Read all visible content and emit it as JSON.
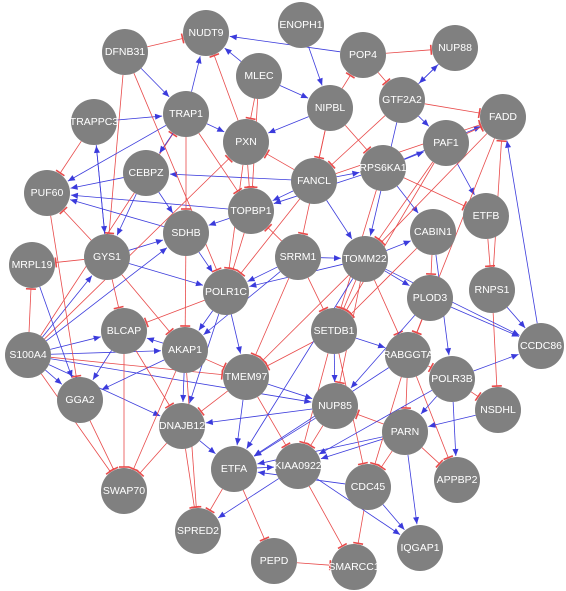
{
  "colors": {
    "node": "#808080",
    "activation": "#3b3bdc",
    "inhibition": "#e84a4a",
    "label": "#ffffff"
  },
  "nodes": [
    {
      "id": "NUDT9",
      "label": "NUDT9"
    },
    {
      "id": "ENOPH1",
      "label": "ENOPH1"
    },
    {
      "id": "DFNB31",
      "label": "DFNB31"
    },
    {
      "id": "POP4",
      "label": "POP4"
    },
    {
      "id": "NUP88",
      "label": "NUP88"
    },
    {
      "id": "MLEC",
      "label": "MLEC"
    },
    {
      "id": "GTF2A2",
      "label": "GTF2A2"
    },
    {
      "id": "TRAPPC3",
      "label": "TRAPPC3"
    },
    {
      "id": "TRAP1",
      "label": "TRAP1"
    },
    {
      "id": "NIPBL",
      "label": "NIPBL"
    },
    {
      "id": "FADD",
      "label": "FADD"
    },
    {
      "id": "PXN",
      "label": "PXN"
    },
    {
      "id": "PAF1",
      "label": "PAF1"
    },
    {
      "id": "CEBPZ",
      "label": "CEBPZ"
    },
    {
      "id": "FANCL",
      "label": "FANCL"
    },
    {
      "id": "RPS6KA1",
      "label": "RPS6KA1"
    },
    {
      "id": "PUF60",
      "label": "PUF60"
    },
    {
      "id": "TOPBP1",
      "label": "TOPBP1"
    },
    {
      "id": "ETFB",
      "label": "ETFB"
    },
    {
      "id": "SDHB",
      "label": "SDHB"
    },
    {
      "id": "CABIN1",
      "label": "CABIN1"
    },
    {
      "id": "MRPL19",
      "label": "MRPL19"
    },
    {
      "id": "GYS1",
      "label": "GYS1"
    },
    {
      "id": "SRRM1",
      "label": "SRRM1"
    },
    {
      "id": "TOMM22",
      "label": "TOMM22"
    },
    {
      "id": "RNPS1",
      "label": "RNPS1"
    },
    {
      "id": "POLR1C",
      "label": "POLR1C"
    },
    {
      "id": "PLOD3",
      "label": "PLOD3"
    },
    {
      "id": "BLCAP",
      "label": "BLCAP"
    },
    {
      "id": "SETDB1",
      "label": "SETDB1"
    },
    {
      "id": "CCDC86",
      "label": "CCDC86"
    },
    {
      "id": "S100A4",
      "label": "S100A4"
    },
    {
      "id": "AKAP1",
      "label": "AKAP1"
    },
    {
      "id": "RABGGTA",
      "label": "RABGGTA"
    },
    {
      "id": "TMEM97",
      "label": "TMEM97"
    },
    {
      "id": "POLR3B",
      "label": "POLR3B"
    },
    {
      "id": "GGA2",
      "label": "GGA2"
    },
    {
      "id": "NUP85",
      "label": "NUP85"
    },
    {
      "id": "NSDHL",
      "label": "NSDHL"
    },
    {
      "id": "DNAJB12",
      "label": "DNAJB12"
    },
    {
      "id": "PARN",
      "label": "PARN"
    },
    {
      "id": "ETFA",
      "label": "ETFA"
    },
    {
      "id": "KIAA0922",
      "label": "KIAA0922"
    },
    {
      "id": "CDC45",
      "label": "CDC45"
    },
    {
      "id": "APPBP2",
      "label": "APPBP2"
    },
    {
      "id": "SWAP70",
      "label": "SWAP70"
    },
    {
      "id": "SPRED2",
      "label": "SPRED2"
    },
    {
      "id": "IQGAP1",
      "label": "IQGAP1"
    },
    {
      "id": "PEPD",
      "label": "PEPD"
    },
    {
      "id": "SMARCC1",
      "label": "SMARCC1"
    }
  ],
  "edges": [
    {
      "source": "TRAP1",
      "target": "NUDT9",
      "type": "activation"
    },
    {
      "source": "MLEC",
      "target": "NUDT9",
      "type": "activation"
    },
    {
      "source": "POP4",
      "target": "NUDT9",
      "type": "activation"
    },
    {
      "source": "DFNB31",
      "target": "NUDT9",
      "type": "inhibition"
    },
    {
      "source": "PXN",
      "target": "NUDT9",
      "type": "inhibition"
    },
    {
      "source": "POP4",
      "target": "NUP88",
      "type": "inhibition"
    },
    {
      "source": "GTF2A2",
      "target": "NUP88",
      "type": "activation"
    },
    {
      "source": "NIPBL",
      "target": "POP4",
      "type": "inhibition"
    },
    {
      "source": "ENOPH1",
      "target": "NIPBL",
      "type": "activation"
    },
    {
      "source": "MLEC",
      "target": "NIPBL",
      "type": "activation"
    },
    {
      "source": "POP4",
      "target": "GTF2A2",
      "type": "inhibition"
    },
    {
      "source": "GTF2A2",
      "target": "FADD",
      "type": "inhibition"
    },
    {
      "source": "RPS6KA1",
      "target": "FADD",
      "type": "activation"
    },
    {
      "source": "PAF1",
      "target": "FADD",
      "type": "inhibition"
    },
    {
      "source": "FANCL",
      "target": "FADD",
      "type": "inhibition"
    },
    {
      "source": "CCDC86",
      "target": "FADD",
      "type": "activation"
    },
    {
      "source": "RNPS1",
      "target": "FADD",
      "type": "inhibition"
    },
    {
      "source": "DFNB31",
      "target": "TRAP1",
      "type": "activation"
    },
    {
      "source": "TRAPPC3",
      "target": "TRAP1",
      "type": "activation"
    },
    {
      "source": "DFNB31",
      "target": "GYS1",
      "type": "inhibition"
    },
    {
      "source": "TRAPPC3",
      "target": "PUF60",
      "type": "inhibition"
    },
    {
      "source": "TRAP1",
      "target": "PUF60",
      "type": "activation"
    },
    {
      "source": "CEBPZ",
      "target": "PUF60",
      "type": "activation"
    },
    {
      "source": "TOPBP1",
      "target": "PUF60",
      "type": "activation"
    },
    {
      "source": "SDHB",
      "target": "PUF60",
      "type": "activation"
    },
    {
      "source": "GYS1",
      "target": "PUF60",
      "type": "inhibition"
    },
    {
      "source": "GYS1",
      "target": "MRPL19",
      "type": "inhibition"
    },
    {
      "source": "S100A4",
      "target": "MRPL19",
      "type": "inhibition"
    },
    {
      "source": "GYS1",
      "target": "TRAPPC3",
      "type": "activation"
    },
    {
      "source": "GYS1",
      "target": "SDHB",
      "type": "activation"
    },
    {
      "source": "GYS1",
      "target": "AKAP1",
      "type": "inhibition"
    },
    {
      "source": "GYS1",
      "target": "POLR1C",
      "type": "activation"
    },
    {
      "source": "S100A4",
      "target": "GYS1",
      "type": "activation"
    },
    {
      "source": "S100A4",
      "target": "BLCAP",
      "type": "activation"
    },
    {
      "source": "S100A4",
      "target": "SDHB",
      "type": "activation"
    },
    {
      "source": "S100A4",
      "target": "AKAP1",
      "type": "activation"
    },
    {
      "source": "S100A4",
      "target": "TMEM97",
      "type": "inhibition"
    },
    {
      "source": "S100A4",
      "target": "NUP85",
      "type": "activation"
    },
    {
      "source": "S100A4",
      "target": "GGA2",
      "type": "activation"
    },
    {
      "source": "S100A4",
      "target": "SWAP70",
      "type": "inhibition"
    },
    {
      "source": "S100A4",
      "target": "DNAJB12",
      "type": "activation"
    },
    {
      "source": "S100A4",
      "target": "TRAP1",
      "type": "inhibition"
    },
    {
      "source": "S100A4",
      "target": "PXN",
      "type": "inhibition"
    },
    {
      "source": "GGA2",
      "target": "SWAP70",
      "type": "inhibition"
    },
    {
      "source": "BLCAP",
      "target": "SWAP70",
      "type": "inhibition"
    },
    {
      "source": "DNAJB12",
      "target": "SWAP70",
      "type": "inhibition"
    },
    {
      "source": "AKAP1",
      "target": "SWAP70",
      "type": "inhibition"
    },
    {
      "source": "DNAJB12",
      "target": "SPRED2",
      "type": "inhibition"
    },
    {
      "source": "ETFA",
      "target": "SPRED2",
      "type": "inhibition"
    },
    {
      "source": "AKAP1",
      "target": "SPRED2",
      "type": "inhibition"
    },
    {
      "source": "KIAA0922",
      "target": "SPRED2",
      "type": "activation"
    },
    {
      "source": "PEPD",
      "target": "SMARCC1",
      "type": "inhibition"
    },
    {
      "source": "KIAA0922",
      "target": "SMARCC1",
      "type": "inhibition"
    },
    {
      "source": "CDC45",
      "target": "SMARCC1",
      "type": "inhibition"
    },
    {
      "source": "PARN",
      "target": "IQGAP1",
      "type": "activation"
    },
    {
      "source": "CDC45",
      "target": "IQGAP1",
      "type": "activation"
    },
    {
      "source": "KIAA0922",
      "target": "IQGAP1",
      "type": "activation"
    },
    {
      "source": "PARN",
      "target": "APPBP2",
      "type": "inhibition"
    },
    {
      "source": "POLR3B",
      "target": "APPBP2",
      "type": "activation"
    },
    {
      "source": "RABGGTA",
      "target": "APPBP2",
      "type": "inhibition"
    },
    {
      "source": "PARN",
      "target": "KIAA0922",
      "type": "activation"
    },
    {
      "source": "PARN",
      "target": "CDC45",
      "type": "inhibition"
    },
    {
      "source": "PARN",
      "target": "ETFA",
      "type": "activation"
    },
    {
      "source": "POLR3B",
      "target": "PARN",
      "type": "activation"
    },
    {
      "source": "NSDHL",
      "target": "PARN",
      "type": "activation"
    },
    {
      "source": "RABGGTA",
      "target": "PARN",
      "type": "inhibition"
    },
    {
      "source": "PARN",
      "target": "NUP85",
      "type": "inhibition"
    },
    {
      "source": "POLR3B",
      "target": "NSDHL",
      "type": "inhibition"
    },
    {
      "source": "RNPS1",
      "target": "NSDHL",
      "type": "inhibition"
    },
    {
      "source": "PLOD3",
      "target": "CCDC86",
      "type": "activation"
    },
    {
      "source": "RNPS1",
      "target": "CCDC86",
      "type": "activation"
    },
    {
      "source": "POLR3B",
      "target": "CCDC86",
      "type": "activation"
    },
    {
      "source": "TOMM22",
      "target": "CCDC86",
      "type": "activation"
    },
    {
      "source": "ETFB",
      "target": "RNPS1",
      "type": "inhibition"
    },
    {
      "source": "PAF1",
      "target": "ETFB",
      "type": "activation"
    },
    {
      "source": "RPS6KA1",
      "target": "ETFB",
      "type": "inhibition"
    },
    {
      "source": "CABIN1",
      "target": "PLOD3",
      "type": "inhibition"
    },
    {
      "source": "TOMM22",
      "target": "PLOD3",
      "type": "activation"
    },
    {
      "source": "PLOD3",
      "target": "RABGGTA",
      "type": "inhibition"
    },
    {
      "source": "RABGGTA",
      "target": "POLR3B",
      "type": "inhibition"
    },
    {
      "source": "SETDB1",
      "target": "RABGGTA",
      "type": "activation"
    },
    {
      "source": "TOMM22",
      "target": "RABGGTA",
      "type": "inhibition"
    },
    {
      "source": "RPS6KA1",
      "target": "CABIN1",
      "type": "activation"
    },
    {
      "source": "TOMM22",
      "target": "CABIN1",
      "type": "activation"
    },
    {
      "source": "RPS6KA1",
      "target": "PAF1",
      "type": "activation"
    },
    {
      "source": "GTF2A2",
      "target": "PAF1",
      "type": "activation"
    },
    {
      "source": "FANCL",
      "target": "RPS6KA1",
      "type": "activation"
    },
    {
      "source": "NIPBL",
      "target": "RPS6KA1",
      "type": "inhibition"
    },
    {
      "source": "FANCL",
      "target": "TOMM22",
      "type": "activation"
    },
    {
      "source": "SRRM1",
      "target": "TOMM22",
      "type": "activation"
    },
    {
      "source": "SRRM1",
      "target": "SETDB1",
      "type": "inhibition"
    },
    {
      "source": "TOMM22",
      "target": "SETDB1",
      "type": "inhibition"
    },
    {
      "source": "SETDB1",
      "target": "NUP85",
      "type": "activation"
    },
    {
      "source": "SETDB1",
      "target": "TMEM97",
      "type": "inhibition"
    },
    {
      "source": "SETDB1",
      "target": "KIAA0922",
      "type": "inhibition"
    },
    {
      "source": "SETDB1",
      "target": "CDC45",
      "type": "inhibition"
    },
    {
      "source": "TOMM22",
      "target": "NUP85",
      "type": "inhibition"
    },
    {
      "source": "TOMM22",
      "target": "POLR1C",
      "type": "activation"
    },
    {
      "source": "SRRM1",
      "target": "POLR1C",
      "type": "activation"
    },
    {
      "source": "SRRM1",
      "target": "TOPBP1",
      "type": "inhibition"
    },
    {
      "source": "FANCL",
      "target": "TOPBP1",
      "type": "activation"
    },
    {
      "source": "FANCL",
      "target": "CEBPZ",
      "type": "activation"
    },
    {
      "source": "FANCL",
      "target": "PXN",
      "type": "inhibition"
    },
    {
      "source": "NIPBL",
      "target": "FANCL",
      "type": "inhibition"
    },
    {
      "source": "NIPBL",
      "target": "PXN",
      "type": "activation"
    },
    {
      "source": "NIPBL",
      "target": "SRRM1",
      "type": "inhibition"
    },
    {
      "source": "MLEC",
      "target": "PXN",
      "type": "inhibition"
    },
    {
      "source": "MLEC",
      "target": "TOPBP1",
      "type": "inhibition"
    },
    {
      "source": "TRAP1",
      "target": "PXN",
      "type": "activation"
    },
    {
      "source": "TRAP1",
      "target": "TOPBP1",
      "type": "inhibition"
    },
    {
      "source": "TRAP1",
      "target": "SDHB",
      "type": "inhibition"
    },
    {
      "source": "TRAP1",
      "target": "CEBPZ",
      "type": "activation"
    },
    {
      "source": "PXN",
      "target": "TOPBP1",
      "type": "inhibition"
    },
    {
      "source": "PXN",
      "target": "POLR1C",
      "type": "inhibition"
    },
    {
      "source": "TOPBP1",
      "target": "POLR1C",
      "type": "inhibition"
    },
    {
      "source": "TOPBP1",
      "target": "SDHB",
      "type": "activation"
    },
    {
      "source": "SDHB",
      "target": "POLR1C",
      "type": "activation"
    },
    {
      "source": "POLR1C",
      "target": "TMEM97",
      "type": "activation"
    },
    {
      "source": "POLR1C",
      "target": "AKAP1",
      "type": "activation"
    },
    {
      "source": "POLR1C",
      "target": "DNAJB12",
      "type": "activation"
    },
    {
      "source": "POLR1C",
      "target": "BLCAP",
      "type": "inhibition"
    },
    {
      "source": "AKAP1",
      "target": "TMEM97",
      "type": "inhibition"
    },
    {
      "source": "AKAP1",
      "target": "DNAJB12",
      "type": "activation"
    },
    {
      "source": "AKAP1",
      "target": "BLCAP",
      "type": "activation"
    },
    {
      "source": "AKAP1",
      "target": "GGA2",
      "type": "activation"
    },
    {
      "source": "BLCAP",
      "target": "GGA2",
      "type": "activation"
    },
    {
      "source": "BLCAP",
      "target": "DNAJB12",
      "type": "inhibition"
    },
    {
      "source": "TMEM97",
      "target": "NUP85",
      "type": "activation"
    },
    {
      "source": "TMEM97",
      "target": "ETFA",
      "type": "activation"
    },
    {
      "source": "TMEM97",
      "target": "DNAJB12",
      "type": "inhibition"
    },
    {
      "source": "TMEM97",
      "target": "KIAA0922",
      "type": "inhibition"
    },
    {
      "source": "NUP85",
      "target": "ETFA",
      "type": "activation"
    },
    {
      "source": "NUP85",
      "target": "KIAA0922",
      "type": "inhibition"
    },
    {
      "source": "NUP85",
      "target": "DNAJB12",
      "type": "activation"
    },
    {
      "source": "ETFA",
      "target": "KIAA0922",
      "type": "activation"
    },
    {
      "source": "ETFA",
      "target": "PEPD",
      "type": "inhibition"
    },
    {
      "source": "DNAJB12",
      "target": "ETFA",
      "type": "activation"
    },
    {
      "source": "CDC45",
      "target": "ETFA",
      "type": "activation"
    },
    {
      "source": "GTF2A2",
      "target": "TOMM22",
      "type": "activation"
    },
    {
      "source": "GTF2A2",
      "target": "FANCL",
      "type": "inhibition"
    },
    {
      "source": "RPS6KA1",
      "target": "SETDB1",
      "type": "inhibition"
    },
    {
      "source": "CABIN1",
      "target": "POLR3B",
      "type": "activation"
    },
    {
      "source": "PAF1",
      "target": "SETDB1",
      "type": "inhibition"
    },
    {
      "source": "FADD",
      "target": "TOMM22",
      "type": "inhibition"
    },
    {
      "source": "FADD",
      "target": "RABGGTA",
      "type": "inhibition"
    },
    {
      "source": "CEBPZ",
      "target": "SDHB",
      "type": "activation"
    },
    {
      "source": "GYS1",
      "target": "BLCAP",
      "type": "inhibition"
    },
    {
      "source": "TRAPPC3",
      "target": "GYS1",
      "type": "activation"
    },
    {
      "source": "DFNB31",
      "target": "POLR1C",
      "type": "inhibition"
    },
    {
      "source": "SRRM1",
      "target": "AKAP1",
      "type": "activation"
    },
    {
      "source": "SRRM1",
      "target": "TMEM97",
      "type": "inhibition"
    },
    {
      "source": "FANCL",
      "target": "POLR1C",
      "type": "inhibition"
    },
    {
      "source": "TOMM22",
      "target": "TMEM97",
      "type": "inhibition"
    },
    {
      "source": "TOMM22",
      "target": "ETFA",
      "type": "activation"
    },
    {
      "source": "RABGGTA",
      "target": "CDC45",
      "type": "inhibition"
    },
    {
      "source": "RABGGTA",
      "target": "ETFA",
      "type": "activation"
    },
    {
      "source": "POLR3B",
      "target": "KIAA0922",
      "type": "activation"
    },
    {
      "source": "PLOD3",
      "target": "NUP85",
      "type": "activation"
    },
    {
      "source": "CABIN1",
      "target": "SETDB1",
      "type": "inhibition"
    },
    {
      "source": "RPS6KA1",
      "target": "TOPBP1",
      "type": "activation"
    },
    {
      "source": "PAF1",
      "target": "TOMM22",
      "type": "inhibition"
    },
    {
      "source": "NUP88",
      "target": "GTF2A2",
      "type": "activation"
    },
    {
      "source": "SDHB",
      "target": "AKAP1",
      "type": "inhibition"
    },
    {
      "source": "CEBPZ",
      "target": "GYS1",
      "type": "activation"
    },
    {
      "source": "PUF60",
      "target": "GGA2",
      "type": "inhibition"
    },
    {
      "source": "MRPL19",
      "target": "GGA2",
      "type": "activation"
    }
  ]
}
